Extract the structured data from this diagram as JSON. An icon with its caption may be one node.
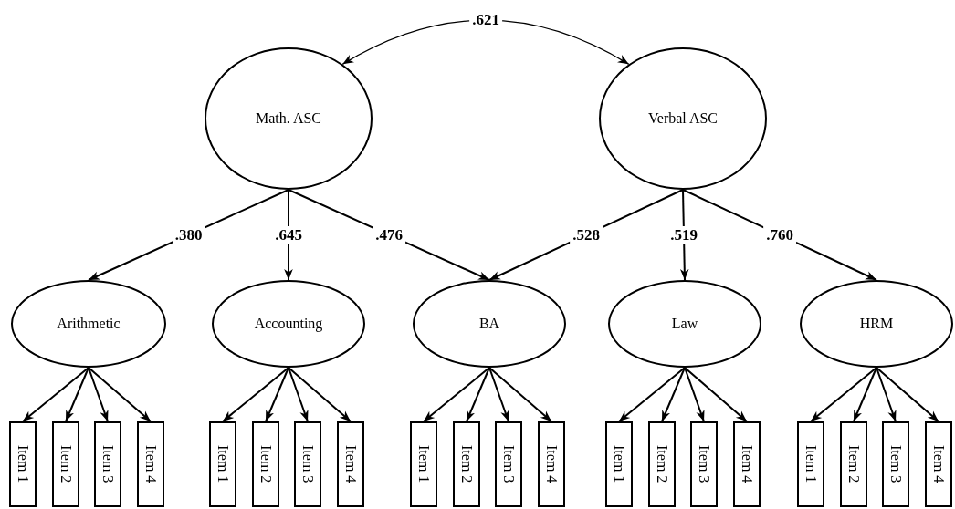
{
  "diagram": {
    "nodes": [
      {
        "text": [
          "Math. ASC"
        ]
      },
      {
        "text": [
          "Verbal ASC"
        ]
      },
      {
        "text": [
          "Arithmetic"
        ]
      },
      {
        "text": [
          "Accounting"
        ]
      },
      {
        "text": [
          "BA"
        ]
      },
      {
        "text": [
          "Law"
        ]
      },
      {
        "text": [
          "HRM"
        ]
      },
      {
        "text": [
          "Item 1"
        ]
      },
      {
        "text": [
          "Item 2"
        ]
      },
      {
        "text": [
          "Item 3"
        ]
      },
      {
        "text": [
          "Item 4"
        ]
      },
      {
        "text": [
          "Item 1"
        ]
      },
      {
        "text": [
          "Item 2"
        ]
      },
      {
        "text": [
          "Item 3"
        ]
      },
      {
        "text": [
          "Item 4"
        ]
      },
      {
        "text": [
          "Item 1"
        ]
      },
      {
        "text": [
          "Item 2"
        ]
      },
      {
        "text": [
          "Item 3"
        ]
      },
      {
        "text": [
          "Item 4"
        ]
      },
      {
        "text": [
          "Item 1"
        ]
      },
      {
        "text": [
          "Item 2"
        ]
      },
      {
        "text": [
          "Item 3"
        ]
      },
      {
        "text": [
          "Item 4"
        ]
      },
      {
        "text": [
          "Item 1"
        ]
      },
      {
        "text": [
          "Item 2"
        ]
      },
      {
        "text": [
          "Item 3"
        ]
      },
      {
        "text": [
          "Item 4"
        ]
      }
    ],
    "edges": [
      {
        "from": 0,
        "to": 1,
        "arrow": "both",
        "label": ".621"
      },
      {
        "from": 0,
        "to": 2,
        "arrow": "to",
        "label": ".380"
      },
      {
        "from": 0,
        "to": 3,
        "arrow": "to",
        "label": ".645"
      },
      {
        "from": 0,
        "to": 4,
        "arrow": "to",
        "label": ".476"
      },
      {
        "from": 1,
        "to": 4,
        "arrow": "to",
        "label": ".528"
      },
      {
        "from": 1,
        "to": 5,
        "arrow": "to",
        "label": ".519"
      },
      {
        "from": 1,
        "to": 6,
        "arrow": "to",
        "label": ".760"
      },
      {
        "from": 2,
        "to": 7,
        "arrow": "to"
      },
      {
        "from": 2,
        "to": 8,
        "arrow": "to"
      },
      {
        "from": 2,
        "to": 9,
        "arrow": "to"
      },
      {
        "from": 2,
        "to": 10,
        "arrow": "to"
      },
      {
        "from": 3,
        "to": 11,
        "arrow": "to"
      },
      {
        "from": 3,
        "to": 12,
        "arrow": "to"
      },
      {
        "from": 3,
        "to": 13,
        "arrow": "to"
      },
      {
        "from": 3,
        "to": 14,
        "arrow": "to"
      },
      {
        "from": 4,
        "to": 15,
        "arrow": "to"
      },
      {
        "from": 4,
        "to": 16,
        "arrow": "to"
      },
      {
        "from": 4,
        "to": 17,
        "arrow": "to"
      },
      {
        "from": 4,
        "to": 18,
        "arrow": "to"
      },
      {
        "from": 5,
        "to": 19,
        "arrow": "to"
      },
      {
        "from": 5,
        "to": 20,
        "arrow": "to"
      },
      {
        "from": 5,
        "to": 21,
        "arrow": "to"
      },
      {
        "from": 5,
        "to": 22,
        "arrow": "to"
      },
      {
        "from": 6,
        "to": 23,
        "arrow": "to"
      },
      {
        "from": 6,
        "to": 24,
        "arrow": "to"
      },
      {
        "from": 6,
        "to": 25,
        "arrow": "to"
      },
      {
        "from": 6,
        "to": 26,
        "arrow": "to"
      }
    ]
  }
}
